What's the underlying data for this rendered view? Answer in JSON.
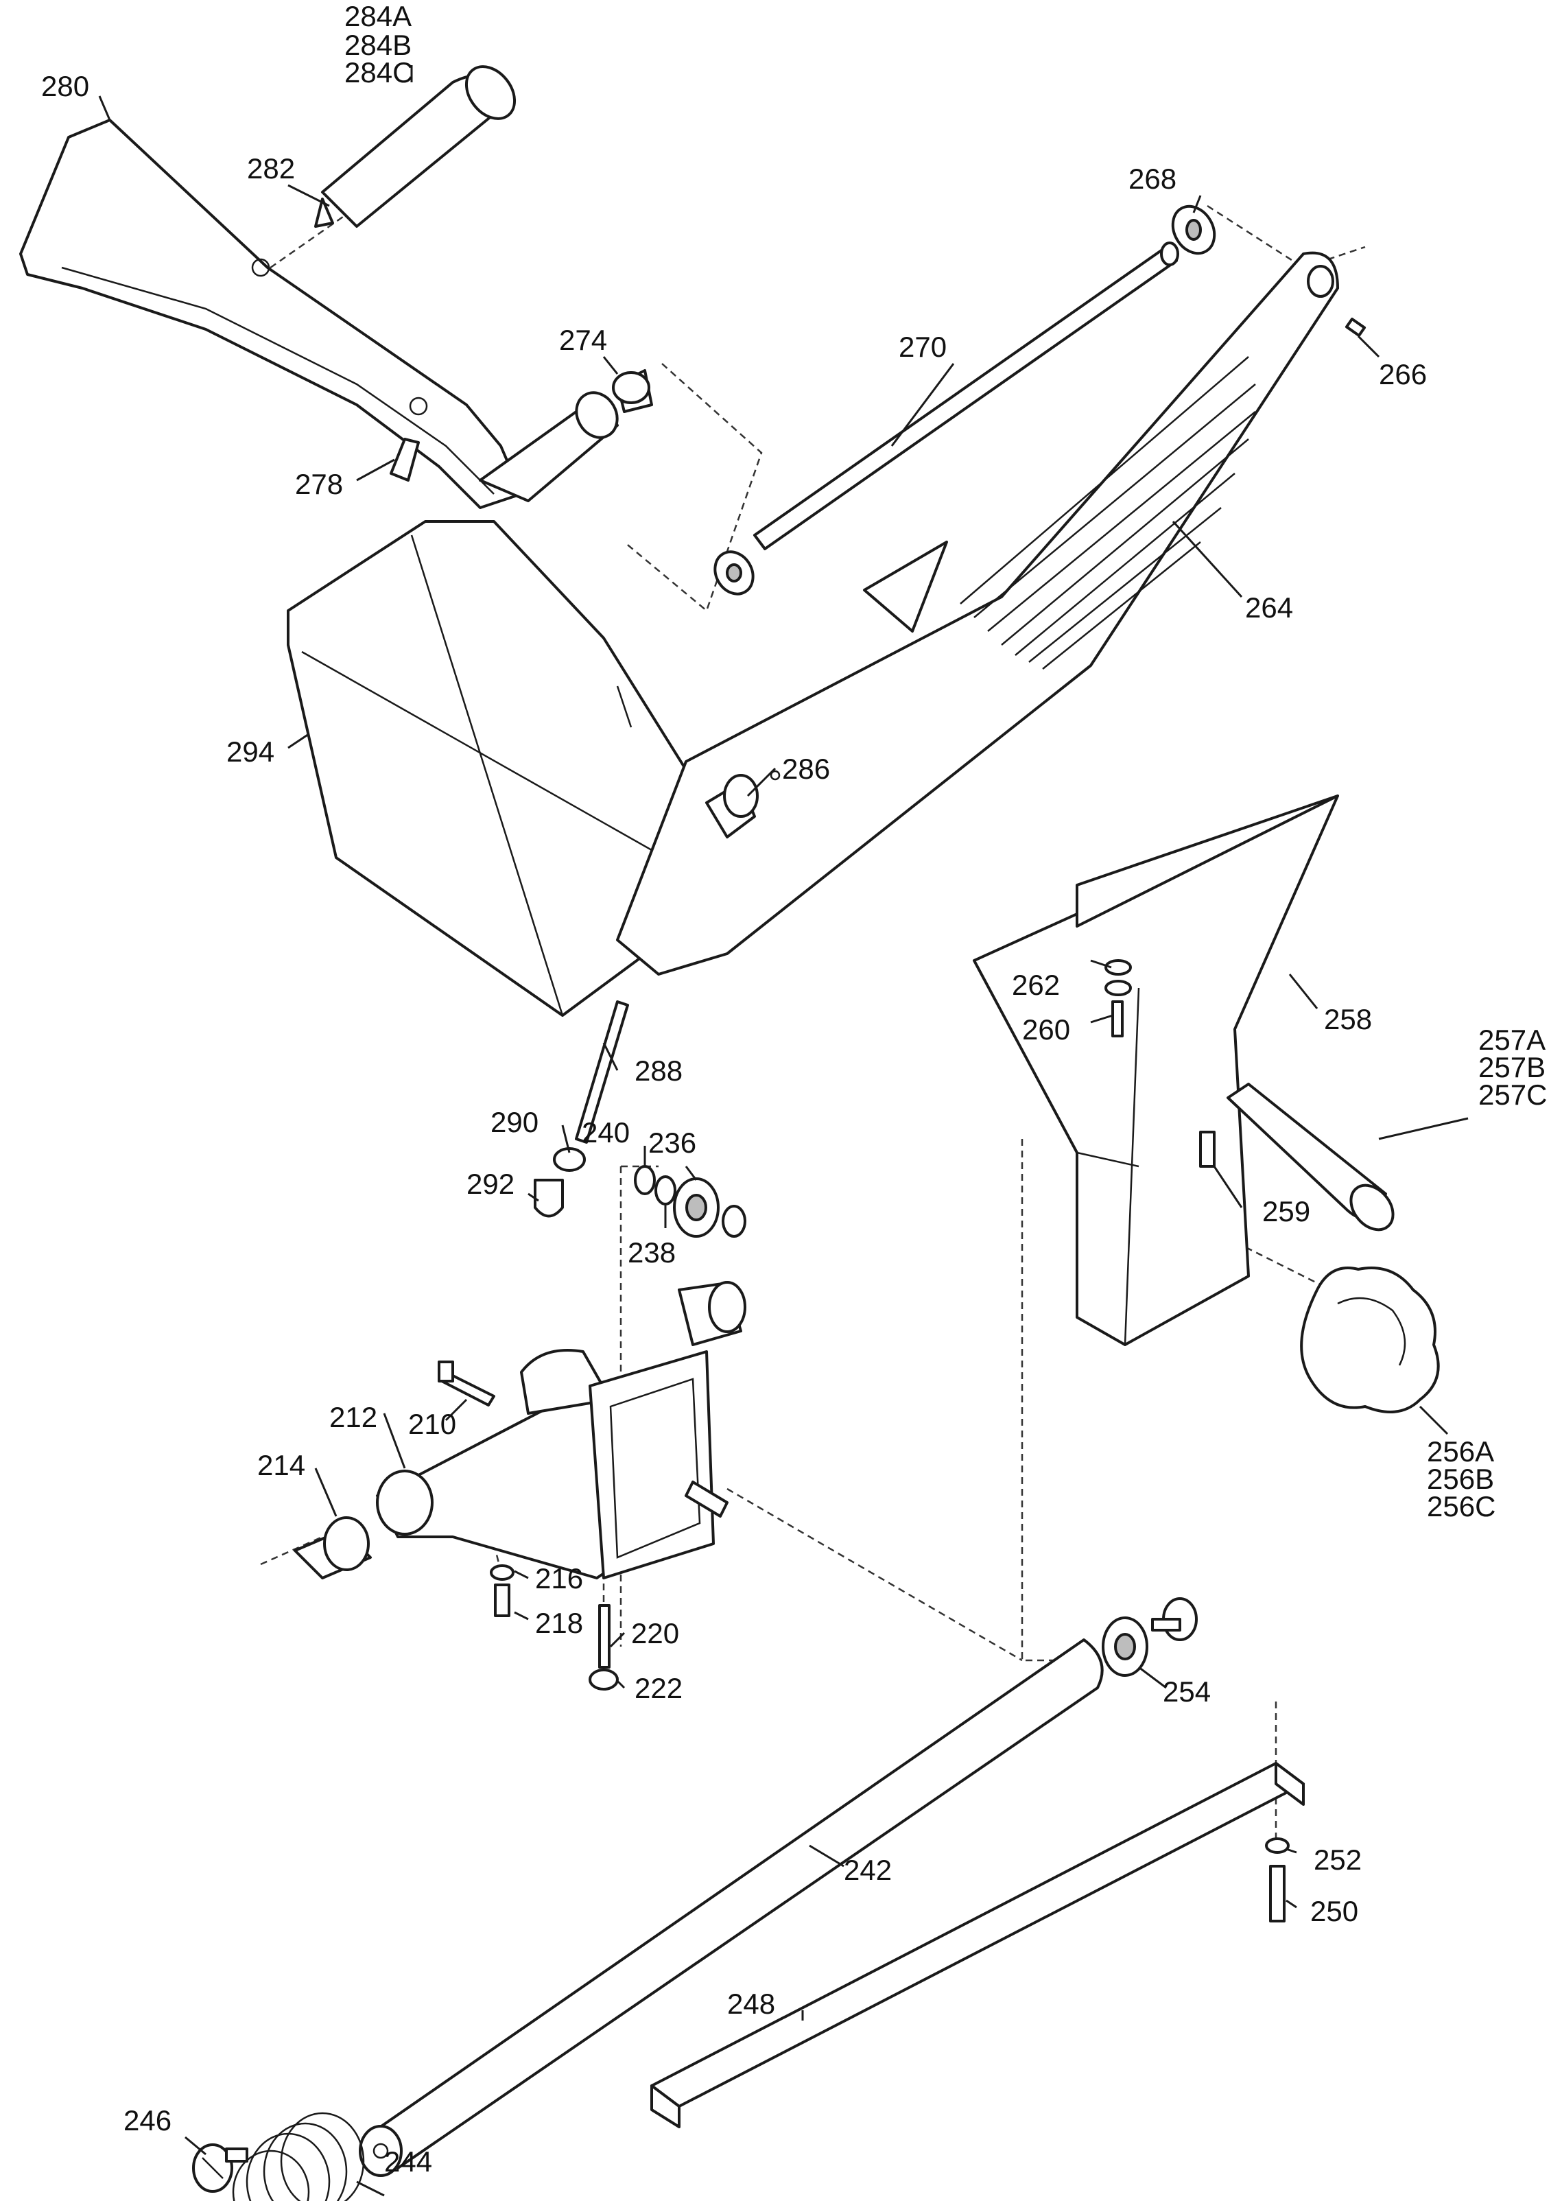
{
  "labels": {
    "p280": "280",
    "p284": [
      "284A",
      "284B",
      "284C"
    ],
    "p282": "282",
    "p268": "268",
    "p270": "270",
    "p266": "266",
    "p274": "274",
    "p278": "278",
    "p264": "264",
    "p294": "294",
    "p286": "286",
    "p262": "262",
    "p260": "260",
    "p258": "258",
    "p257": [
      "257A",
      "257B",
      "257C"
    ],
    "p290": "290",
    "p288": "288",
    "p292": "292",
    "p240": "240",
    "p236": "236",
    "p238": "238",
    "p259": "259",
    "p212": "212",
    "p210": "210",
    "p214": "214",
    "p256": [
      "256A",
      "256B",
      "256C"
    ],
    "p216": "216",
    "p218": "218",
    "p220": "220",
    "p222": "222",
    "p254": "254",
    "p242": "242",
    "p252": "252",
    "p250": "250",
    "p248": "248",
    "p246": "246",
    "p244": "244"
  }
}
